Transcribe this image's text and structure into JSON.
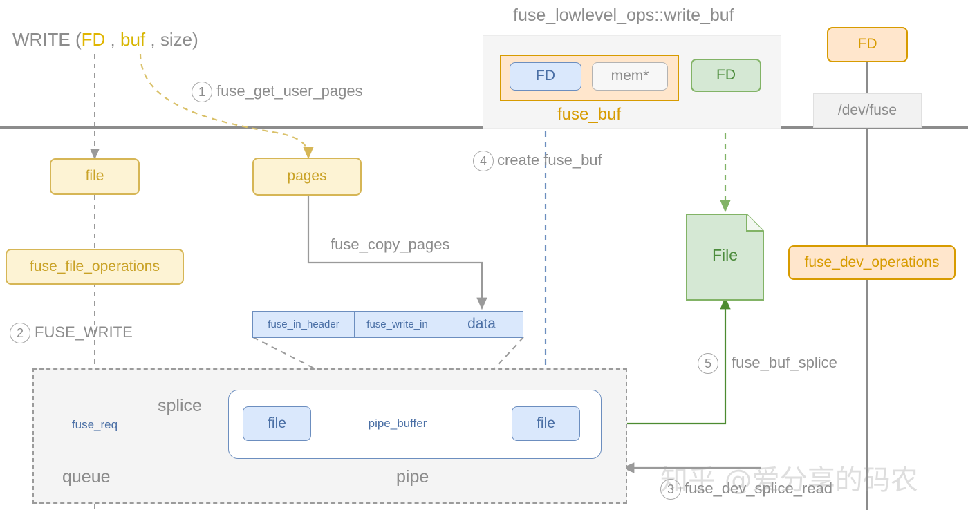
{
  "diagram": {
    "title_top": "fuse_lowlevel_ops::write_buf",
    "watermark": "知乎 @爱分享的码农"
  },
  "signature": {
    "prefix": "WRITE (",
    "arg1": "FD",
    "sep1": " , ",
    "arg2": "buf",
    "sep2": " , ",
    "arg3": "size)"
  },
  "steps": [
    {
      "num": "1",
      "label": "fuse_get_user_pages"
    },
    {
      "num": "2",
      "label": "FUSE_WRITE"
    },
    {
      "num": "3",
      "label": "fuse_dev_splice_read"
    },
    {
      "num": "4",
      "label": "create  fuse_buf"
    },
    {
      "num": "5",
      "label": "fuse_buf_splice"
    }
  ],
  "nodes": {
    "user_fd_top": "FD",
    "mem_ptr": "mem*",
    "green_fd": "FD",
    "fuse_buf": "fuse_buf",
    "dev_fd": "FD",
    "dev_fuse": "/dev/fuse",
    "file_left": "file",
    "pages": "pages",
    "fuse_file_operations": "fuse_file_operations",
    "fuse_dev_operations": "fuse_dev_operations",
    "file_doc": "File",
    "fuse_req": "fuse_req",
    "queue": "queue",
    "pipe": "pipe",
    "pipe_file_in": "file",
    "pipe_buffer": "pipe_buffer",
    "pipe_file_out": "file"
  },
  "packet": {
    "cells": [
      "fuse_in_header",
      "fuse_write_in",
      "data"
    ]
  },
  "edge_labels": {
    "fuse_copy_pages": "fuse_copy_pages",
    "splice": "splice"
  },
  "colors": {
    "yellow_fill": "#fdf3d4",
    "yellow_stroke": "#d6b656",
    "orange_fill": "#ffe6cc",
    "orange_stroke": "#d79b00",
    "blue_fill": "#dae8fc",
    "blue_stroke": "#6c8ebf",
    "green_fill": "#d5e8d4",
    "green_stroke": "#82b366",
    "grey_text": "#8c8c8c"
  }
}
